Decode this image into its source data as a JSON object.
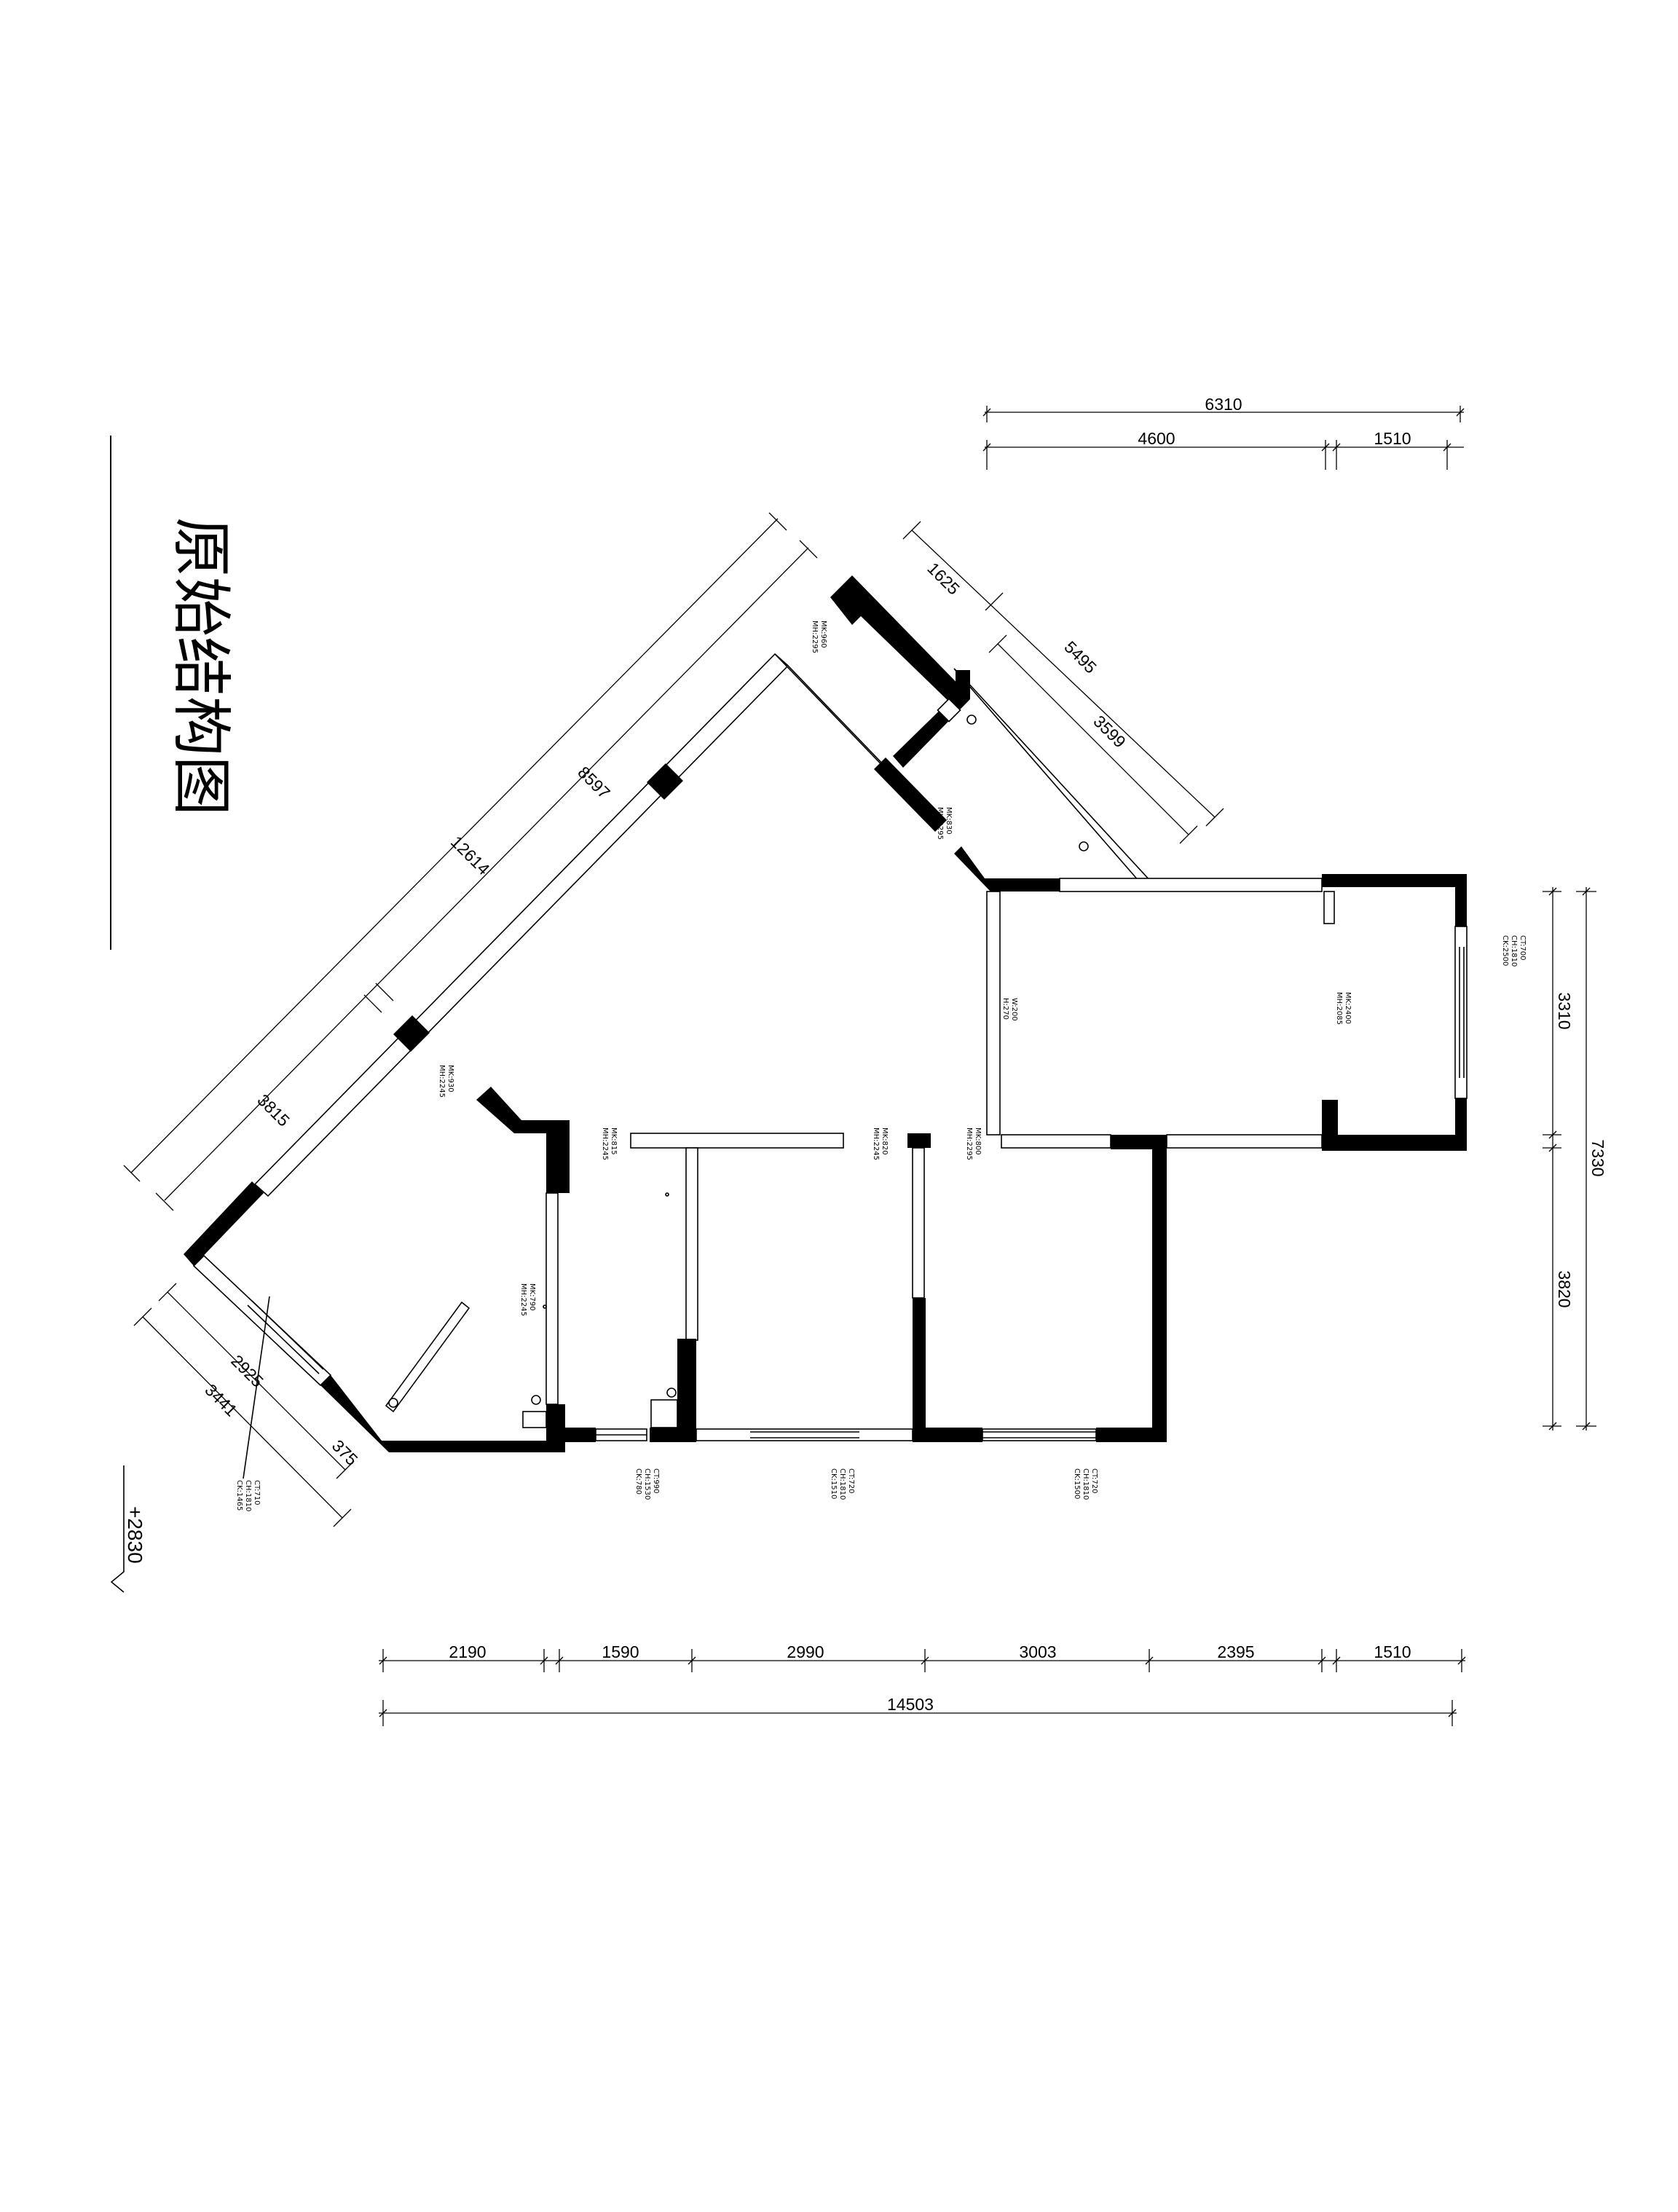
{
  "title": "原始结构图",
  "elevation": "+2830",
  "dimensions": {
    "top_total": "6310",
    "top_a": "4600",
    "top_b": "1510",
    "bottom_total": "14503",
    "bottom_1": "2190",
    "bottom_2": "1590",
    "bottom_3": "2990",
    "bottom_4": "3003",
    "bottom_5": "2395",
    "bottom_6": "1510",
    "right_total": "7330",
    "right_a": "3310",
    "right_b": "3820",
    "diag_outer": "12614",
    "diag_inner": "8597",
    "diag_lower": "3815",
    "diag_ne_a": "1625",
    "diag_ne_total": "5495",
    "diag_ne_b": "3599",
    "sw_a": "2925",
    "sw_b": "3441",
    "sw_c": "375"
  },
  "openings": {
    "w_sw": [
      "CK:1465",
      "CH:1810",
      "CT:710"
    ],
    "w_b1": [
      "CK:780",
      "CH:1530",
      "CT:990"
    ],
    "w_b2": [
      "CK:1510",
      "CH:1810",
      "CT:720"
    ],
    "w_b3": [
      "CK:1500",
      "CH:1810",
      "CT:720"
    ],
    "w_e": [
      "CK:2500",
      "CH:1810",
      "CT:700"
    ],
    "d_n": [
      "MH:2295",
      "MK:960"
    ],
    "d_ne": [
      "MH:2295",
      "MK:830"
    ],
    "d_w": [
      "MH:2245",
      "MK:930"
    ],
    "d_c1": [
      "MH:2245",
      "MK:815"
    ],
    "d_c2": [
      "MH:2245",
      "MK:820"
    ],
    "d_c3": [
      "MH:2295",
      "MK:800"
    ],
    "d_east": [
      "MH:2085",
      "MK:2400"
    ],
    "d_mid": [
      "H:270",
      "W:200"
    ],
    "d_bath": [
      "MH:2245",
      "MK:790"
    ]
  }
}
